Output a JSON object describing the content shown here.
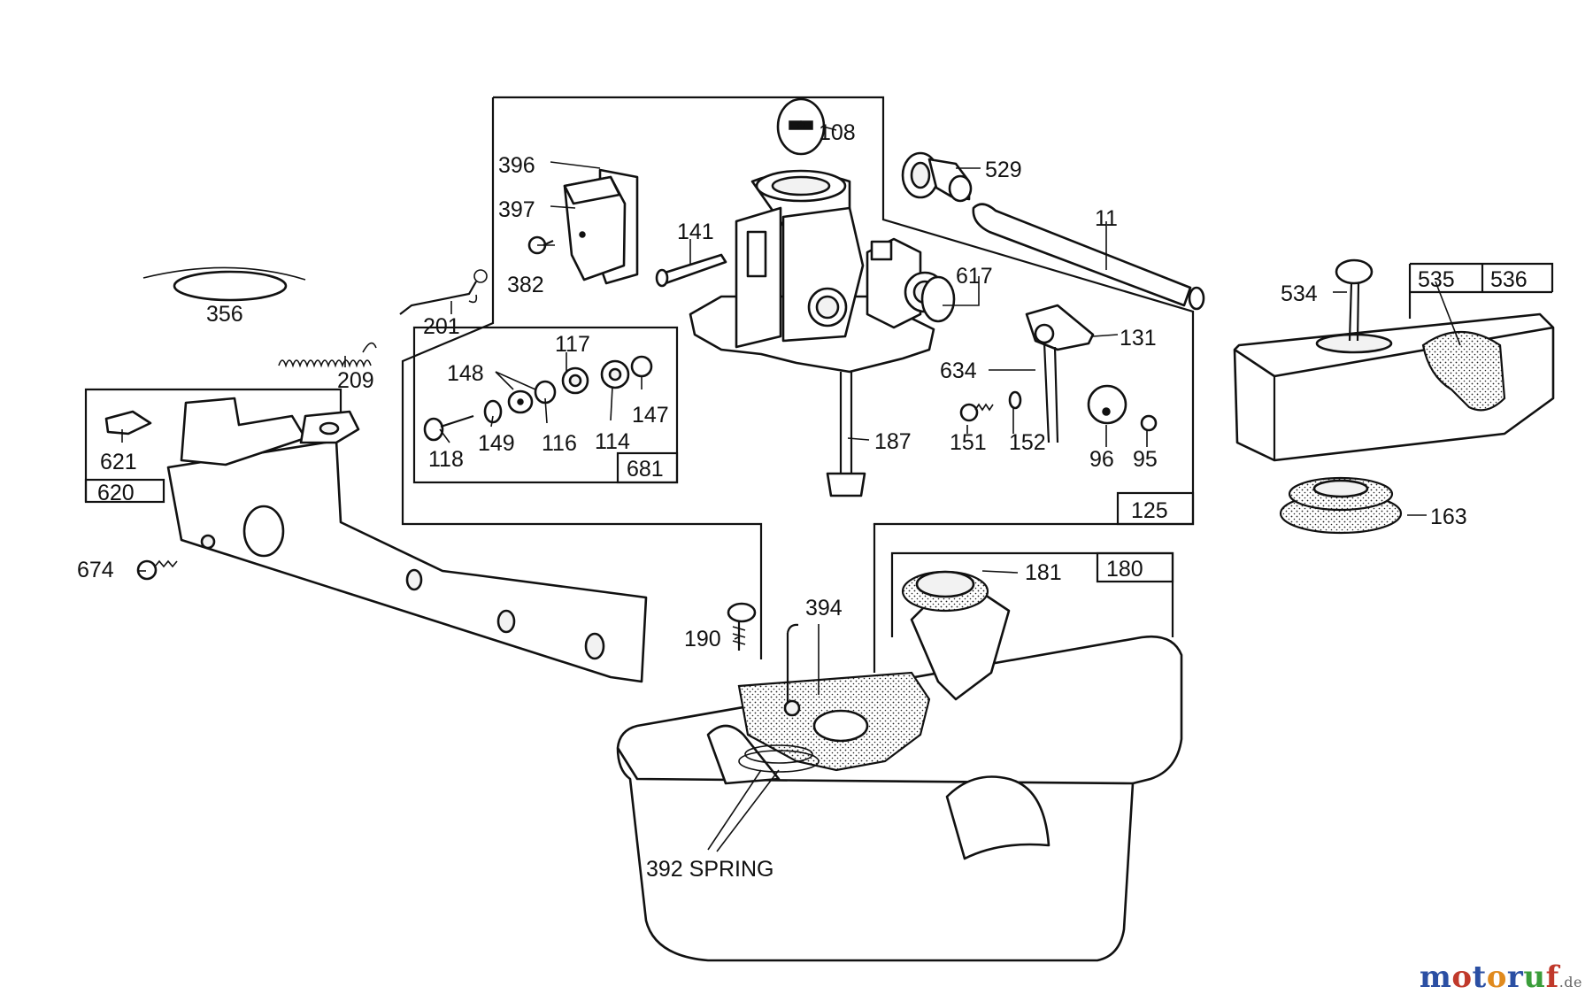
{
  "labels": {
    "p108": "108",
    "p396": "396",
    "p397": "397",
    "p382": "382",
    "p141": "141",
    "p529": "529",
    "p11": "11",
    "p617": "617",
    "p356": "356",
    "p201": "201",
    "p209": "209",
    "p117": "117",
    "p148": "148",
    "p147": "147",
    "p118": "118",
    "p149": "149",
    "p116": "116",
    "p114": "114",
    "p131": "131",
    "p634": "634",
    "p187": "187",
    "p151": "151",
    "p152": "152",
    "p96": "96",
    "p95": "95",
    "p534": "534",
    "p163": "163",
    "p621": "621",
    "p674": "674",
    "p190": "190",
    "p394": "394",
    "p181": "181",
    "p392": "392 SPRING"
  },
  "boxes": {
    "b681": "681",
    "b125": "125",
    "b620": "620",
    "b180": "180",
    "b535": "535",
    "b536": "536"
  },
  "watermark": {
    "text": "motoruf",
    "suffix": ".de",
    "colors": [
      "#2b4fa3",
      "#c0392b",
      "#2b4fa3",
      "#e08a1e",
      "#2b4fa3",
      "#3a9d3a",
      "#c0392b"
    ]
  }
}
